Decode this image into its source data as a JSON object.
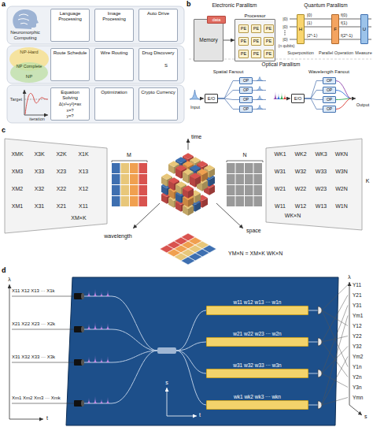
{
  "diagram": {
    "nodes": [
      {
        "text": [
          "Language Processing"
        ]
      },
      {
        "text": [
          "Image Processing"
        ]
      },
      {
        "text": [
          "Auto Drive"
        ]
      },
      {
        "text": [
          "Route Schedule"
        ]
      },
      {
        "text": [
          "Wire Routing"
        ]
      },
      {
        "text": [
          "Drug Discovery"
        ]
      },
      {
        "text": [
          "Equation Solving"
        ]
      },
      {
        "text": [
          "Optimization"
        ]
      },
      {
        "text": [
          "Crypto Currency"
        ]
      },
      {
        "text": [
          "Memory"
        ]
      },
      {
        "text": [
          "data"
        ],
        "in": 9
      },
      {
        "text": [
          "Processor"
        ]
      },
      {
        "text": [
          "PE"
        ],
        "in": 11
      },
      {
        "text": [
          "PE"
        ],
        "in": 11
      },
      {
        "text": [
          "PE"
        ],
        "in": 11
      },
      {
        "text": [
          "PE"
        ],
        "in": 11
      },
      {
        "text": [
          "PE"
        ],
        "in": 11
      },
      {
        "text": [
          "PE"
        ],
        "in": 11
      },
      {
        "text": [
          "PE"
        ],
        "in": 11
      },
      {
        "text": [
          "PE"
        ],
        "in": 11
      },
      {
        "text": [
          "PE"
        ],
        "in": 11
      },
      {
        "text": [
          "H"
        ]
      },
      {
        "text": [
          "F"
        ]
      },
      {
        "text": [
          "U"
        ]
      },
      {
        "text": [
          "E/O"
        ]
      },
      {
        "text": [
          "OP"
        ]
      },
      {
        "text": [
          "OP"
        ]
      },
      {
        "text": [
          "OP"
        ]
      },
      {
        "text": [
          "OP"
        ]
      },
      {
        "text": [
          "E/O"
        ]
      },
      {
        "text": [
          "OP"
        ]
      },
      {
        "text": [
          "OP"
        ]
      },
      {
        "text": [
          "OP"
        ]
      },
      {
        "text": [
          "OP"
        ]
      },
      {
        "text": [
          "w11 w12 w13 ··· w1n"
        ]
      },
      {
        "text": [
          "w21 w22 w23 ··· w2n"
        ]
      },
      {
        "text": [
          "w31 w32 w33 ··· w3n"
        ]
      },
      {
        "text": [
          "wk1 wk2 wk3 ··· wkn"
        ]
      }
    ],
    "edges": [
      {
        "from": 9,
        "to": 11,
        "arrow": "to"
      },
      {
        "from": 21,
        "to": 22,
        "arrow": "none"
      },
      {
        "from": 21,
        "to": 22,
        "arrow": "none"
      },
      {
        "from": 21,
        "to": 22,
        "arrow": "none"
      },
      {
        "from": 22,
        "to": 23,
        "arrow": "none"
      },
      {
        "from": 22,
        "to": 23,
        "arrow": "none"
      },
      {
        "from": 22,
        "to": 23,
        "arrow": "none"
      },
      {
        "from": 24,
        "to": 25,
        "arrow": "none"
      },
      {
        "from": 24,
        "to": 26,
        "arrow": "none"
      },
      {
        "from": 24,
        "to": 27,
        "arrow": "none"
      },
      {
        "from": 24,
        "to": 28,
        "arrow": "none"
      },
      {
        "from": 29,
        "to": 30,
        "arrow": "none"
      },
      {
        "from": 29,
        "to": 31,
        "arrow": "none"
      },
      {
        "from": 29,
        "to": 32,
        "arrow": "none"
      },
      {
        "from": 29,
        "to": 33,
        "arrow": "none"
      }
    ],
    "labels": [
      "a",
      "Neuromorphic Computing",
      "NP-Hard",
      "NP Complete",
      "NP",
      "S",
      "Target",
      "iteration",
      "Δ(x²+y²)=ax",
      "x=?",
      "y=?",
      "b",
      "Electronic Parallism",
      "Quantum Parallism",
      "|0⟩",
      "|0⟩",
      "|0⟩",
      "(n qubits)",
      "|0⟩",
      "|1⟩",
      "|2ⁿ-1⟩",
      "f(0)",
      "f(1)",
      "f(2ⁿ-1)",
      "Superposition",
      "Parallel Operation",
      "Measure",
      "Optical Parallism",
      "Spatial Fanout",
      "Wavelength Fanout",
      "Input",
      "Output",
      "c",
      "XMK",
      "X3K",
      "X2K",
      "X1K",
      "XM3",
      "X33",
      "X23",
      "X13",
      "XM2",
      "X32",
      "X22",
      "X12",
      "XM1",
      "X31",
      "X21",
      "X11",
      "XM×K",
      "M",
      "N",
      "K",
      "time",
      "wavelength",
      "space",
      "WK1",
      "WK2",
      "WK3",
      "WKN",
      "W31",
      "W32",
      "W33",
      "W3N",
      "W21",
      "W22",
      "W23",
      "W2N",
      "W11",
      "W12",
      "W13",
      "W1N",
      "WK×N",
      "YM×N = XM×K WK×N",
      "d",
      "λ",
      "t",
      "X11 X12 X13 ··· X1k",
      "X21 X22 X23 ··· X2k",
      "X31 X32 X33 ··· X3k",
      "Xm1 Xm2 Xm3 ··· Xmk",
      "s",
      "t",
      "λ",
      "s",
      "Y11",
      "Y21",
      "Y31",
      "Ym1",
      "Y12",
      "Y22",
      "Y32",
      "Ym2",
      "Y1n",
      "Y2n",
      "Y3n",
      "Ymn"
    ]
  }
}
